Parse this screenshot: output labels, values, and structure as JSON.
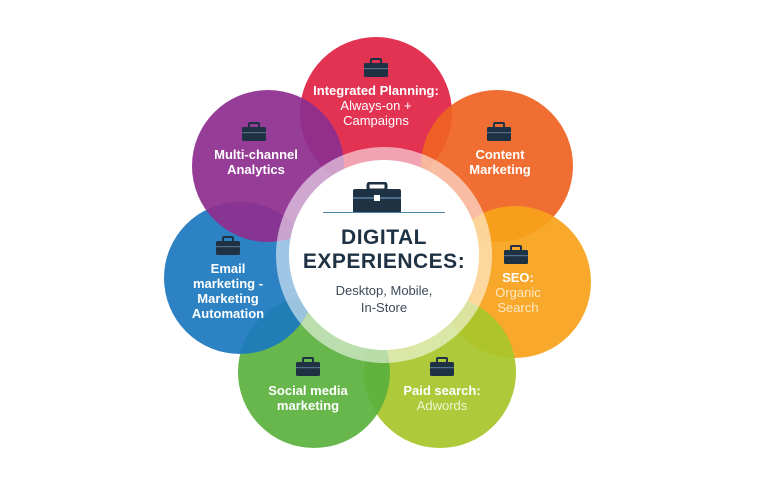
{
  "diagram": {
    "center": {
      "title_line1": "DIGITAL",
      "title_line2": "EXPERIENCES:",
      "subtitle_line1": "Desktop, Mobile,",
      "subtitle_line2": "In-Store",
      "icon": "briefcase-icon"
    },
    "petals": [
      {
        "id": "integrated-planning",
        "title": "Integrated Planning:",
        "sub1": "Always-on +",
        "sub2": "Campaigns",
        "color": "#e12446",
        "icon": "briefcase-icon"
      },
      {
        "id": "content-marketing",
        "title": "Content",
        "title2": "Marketing",
        "color": "#ef6322",
        "icon": "briefcase-icon"
      },
      {
        "id": "seo",
        "title": "SEO:",
        "sub1": "Organic",
        "sub2": "Search",
        "color": "#f7a21c",
        "icon": "briefcase-icon"
      },
      {
        "id": "paid-search",
        "title": "Paid search:",
        "sub1": "Adwords",
        "color": "#a8c62b",
        "icon": "briefcase-icon"
      },
      {
        "id": "social-media",
        "title": "Social media",
        "title2": "marketing",
        "color": "#5cb13e",
        "icon": "briefcase-icon"
      },
      {
        "id": "email-marketing",
        "title": "Email",
        "title2": "marketing -",
        "title3": "Marketing",
        "title4": "Automation",
        "color": "#1c79be",
        "icon": "briefcase-icon"
      },
      {
        "id": "multichannel-analytics",
        "title": "Multi-channel",
        "title2": "Analytics",
        "color": "#8e2e8f",
        "icon": "briefcase-icon"
      }
    ]
  }
}
